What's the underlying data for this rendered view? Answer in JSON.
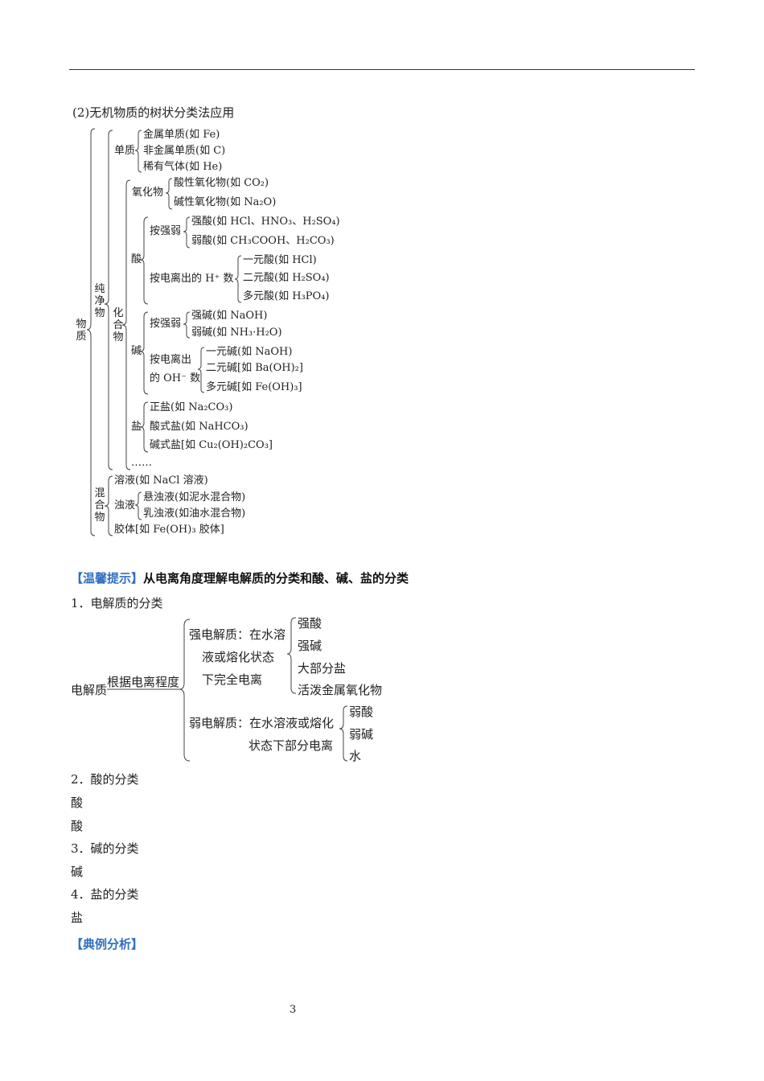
{
  "section_heading": "(2)无机物质的树状分类法应用",
  "tree": {
    "root": "物质",
    "pure": "纯净物",
    "mixture": "混合物",
    "simple_substance": "单质",
    "simple_items": [
      "金属单质(如 Fe)",
      "非金属单质(如 C)",
      "稀有气体(如 He)"
    ],
    "compound": "化合物",
    "oxide": "氧化物",
    "oxide_items": [
      "酸性氧化物(如 CO₂)",
      "碱性氧化物(如 Na₂O)"
    ],
    "acid": "酸",
    "acid_by_strength": "按强弱",
    "acid_strength_items": [
      "强酸(如 HCl、HNO₃、H₂SO₄)",
      "弱酸(如 CH₃COOH、H₂CO₃)"
    ],
    "acid_by_ionization": "按电离出的 H⁺ 数",
    "acid_ionization_items": [
      "一元酸(如 HCl)",
      "二元酸(如 H₂SO₄)",
      "多元酸(如 H₃PO₄)"
    ],
    "base": "碱",
    "base_by_strength": "按强弱",
    "base_strength_items": [
      "强碱(如 NaOH)",
      "弱碱(如 NH₃·H₂O)"
    ],
    "base_by_ionization_line1": "按电离出",
    "base_by_ionization_line2": "的 OH⁻ 数",
    "base_ionization_items": [
      "一元碱(如 NaOH)",
      "二元碱[如 Ba(OH)₂]",
      "多元碱[如 Fe(OH)₃]"
    ],
    "salt": "盐",
    "salt_items": [
      "正盐(如 Na₂CO₃)",
      "酸式盐(如 NaHCO₃)",
      "碱式盐[如 Cu₂(OH)₂CO₃]"
    ],
    "ellipsis": "……",
    "solution": "溶液(如 NaCl 溶液)",
    "turbid": "浊液",
    "turbid_items": [
      "悬浊液(如泥水混合物)",
      "乳浊液(如油水混合物)"
    ],
    "colloid": "胶体[如 Fe(OH)₃ 胶体]"
  },
  "tip": {
    "label": "【温馨提示】",
    "text": "从电离角度理解电解质的分类和酸、碱、盐的分类"
  },
  "sec1_title": "1．电解质的分类",
  "electrolyte": {
    "root": "电解质",
    "criterion": "根据电离程度",
    "strong_lines": [
      "强电解质：在水溶",
      "液或熔化状态",
      "下完全电离"
    ],
    "strong_items": [
      "强酸",
      "强碱",
      "大部分盐",
      "活泼金属氧化物"
    ],
    "weak_lines": [
      "弱电解质：在水溶液或熔化",
      "状态下部分电离"
    ],
    "weak_items": [
      "弱酸",
      "弱碱",
      "水"
    ]
  },
  "sec2_title": "2．酸的分类",
  "acid_lines": [
    "酸",
    "酸"
  ],
  "sec3_title": "3．碱的分类",
  "base_line": "碱",
  "sec4_title": "4．盐的分类",
  "salt_line": "盐",
  "example_label": "【典例分析】",
  "page_number": "3",
  "colors": {
    "tip_blue": "#2f6fc0",
    "text": "#222222"
  }
}
